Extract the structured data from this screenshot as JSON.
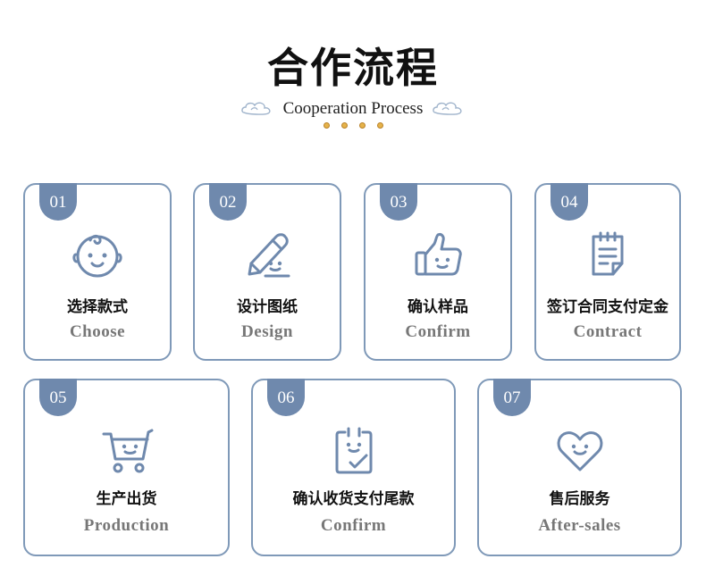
{
  "header": {
    "title": "合作流程",
    "subtitle": "Cooperation Process"
  },
  "steps": [
    {
      "num": "01",
      "cn": "选择款式",
      "en": "Choose",
      "icon": "baby-face-icon"
    },
    {
      "num": "02",
      "cn": "设计图纸",
      "en": "Design",
      "icon": "pencil-icon"
    },
    {
      "num": "03",
      "cn": "确认样品",
      "en": "Confirm",
      "icon": "thumbs-up-icon"
    },
    {
      "num": "04",
      "cn": "签订合同支付定金",
      "en": "Contract",
      "icon": "document-icon"
    },
    {
      "num": "05",
      "cn": "生产出货",
      "en": "Production",
      "icon": "cart-icon"
    },
    {
      "num": "06",
      "cn": "确认收货支付尾款",
      "en": "Confirm",
      "icon": "clipboard-check-icon"
    },
    {
      "num": "07",
      "cn": "售后服务",
      "en": "After-sales",
      "icon": "heart-icon"
    }
  ],
  "colors": {
    "accent": "#6f89ad",
    "border": "#7f99b8",
    "dot": "#e6b34a"
  }
}
